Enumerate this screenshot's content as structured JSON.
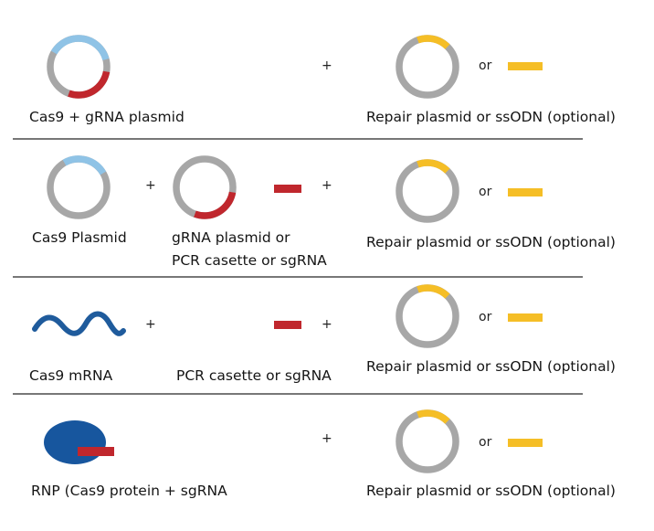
{
  "colors": {
    "plasmid_gray": "#a7a7a7",
    "cas9_blue": "#8fc3e6",
    "grna_red": "#c0272d",
    "repair_yellow": "#f5be26",
    "mrna_blue": "#1f5b9c",
    "rnp_blue": "#17569e",
    "divider": "#777777"
  },
  "row1": {
    "cas9_grna_label": "Cas9 + gRNA  plasmid",
    "plus": "+",
    "or": "or",
    "repair_label": "Repair plasmid or ssODN (optional)"
  },
  "row2": {
    "cas9_label": "Cas9 Plasmid",
    "plus1": "+",
    "grna_label_line1": "gRNA  plasmid or",
    "grna_label_line2": "PCR casette or sgRNA",
    "plus2": "+",
    "or": "or",
    "repair_label": "Repair plasmid or ssODN (optional)"
  },
  "row3": {
    "mrna_label": "Cas9 mRNA",
    "plus1": "+",
    "pcr_label": "PCR casette or sgRNA",
    "plus2": "+",
    "or": "or",
    "repair_label": "Repair plasmid or ssODN (optional)"
  },
  "row4": {
    "rnp_label": "RNP (Cas9 protein + sgRNA",
    "plus": "+",
    "or": "or",
    "repair_label": "Repair plasmid or ssODN (optional)"
  }
}
